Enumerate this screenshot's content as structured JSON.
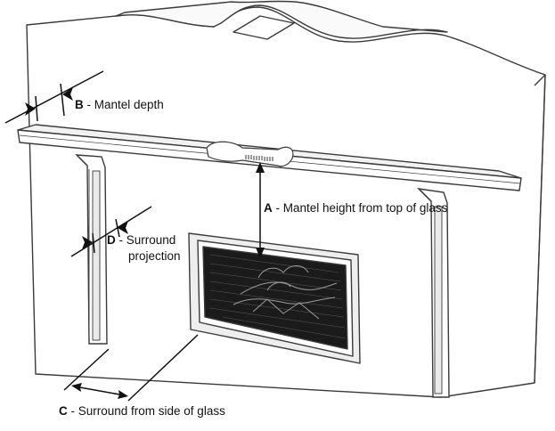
{
  "diagram": {
    "labels": {
      "a": {
        "letter": "A",
        "text": " - Mantel height from top of glass"
      },
      "b": {
        "letter": "B",
        "text": " - Mantel depth"
      },
      "c": {
        "letter": "C",
        "text": " - Surround from side of glass"
      },
      "d": {
        "letter": "D",
        "text": " - Surround",
        "line2": "projection"
      }
    },
    "colors": {
      "stroke": "#3a3a3a",
      "surround_fill": "#eeeeee",
      "glass": "#1a1a1a",
      "text": "#111111"
    }
  }
}
